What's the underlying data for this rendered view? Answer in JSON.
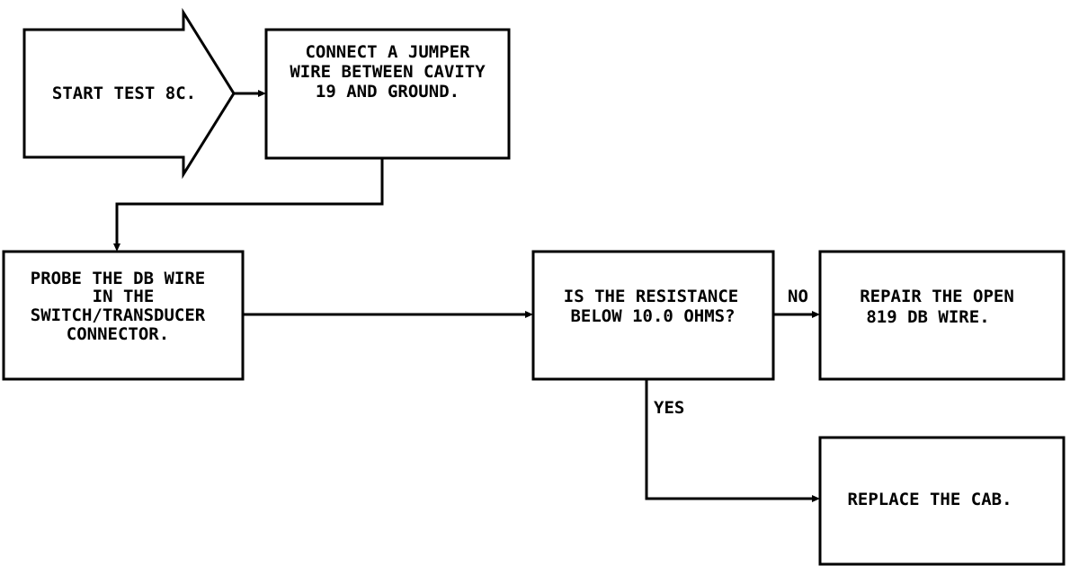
{
  "start": {
    "line1": "START TEST 8C."
  },
  "connect": {
    "line1": "CONNECT A JUMPER",
    "line2": "WIRE BETWEEN CAVITY",
    "line3": "19 AND GROUND."
  },
  "probe": {
    "line1": "PROBE THE DB WIRE",
    "line2": "IN THE",
    "line3": "SWITCH/TRANSDUCER",
    "line4": "CONNECTOR."
  },
  "question": {
    "line1": "IS THE RESISTANCE",
    "line2": "BELOW 10.0 OHMS?"
  },
  "repair": {
    "line1": "REPAIR THE OPEN",
    "line2": "819 DB WIRE."
  },
  "replace": {
    "line1": "REPLACE THE CAB."
  },
  "edges": {
    "no_label": "NO",
    "yes_label": "YES"
  }
}
